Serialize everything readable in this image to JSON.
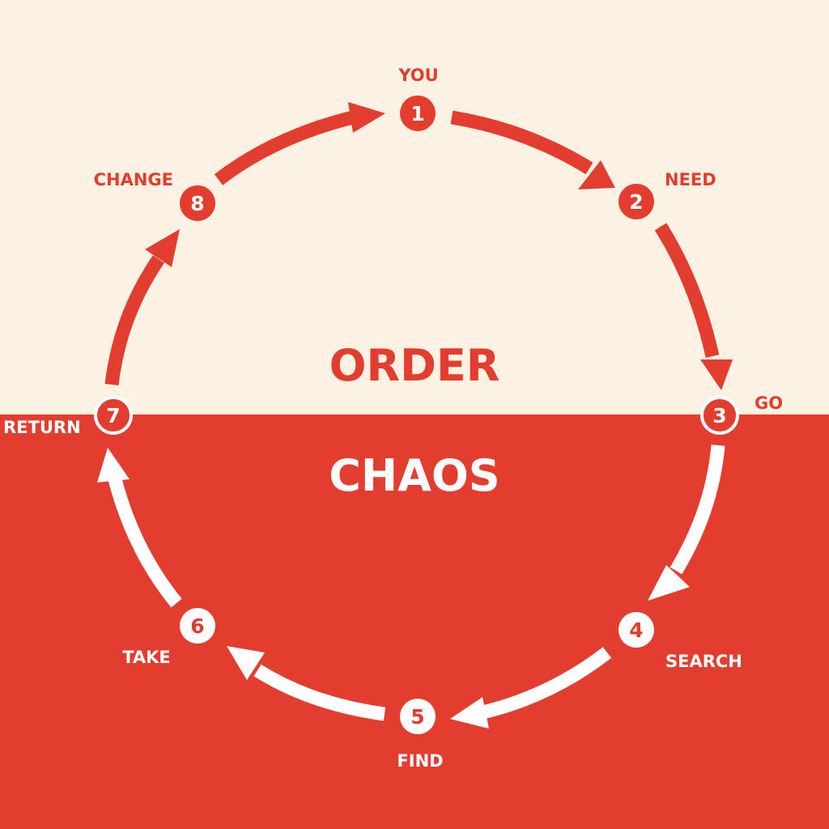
{
  "colors": {
    "top_background": "#fcf2e4",
    "bottom_background": "#e23d2f",
    "accent_red": "#e23d2f",
    "white": "#ffffff"
  },
  "zones": {
    "top_title": "ORDER",
    "bottom_title": "CHAOS"
  },
  "steps": [
    {
      "number": "1",
      "label": "YOU"
    },
    {
      "number": "2",
      "label": "NEED"
    },
    {
      "number": "3",
      "label": "GO"
    },
    {
      "number": "4",
      "label": "SEARCH"
    },
    {
      "number": "5",
      "label": "FIND"
    },
    {
      "number": "6",
      "label": "TAKE"
    },
    {
      "number": "7",
      "label": "RETURN"
    },
    {
      "number": "8",
      "label": "CHANGE"
    }
  ]
}
